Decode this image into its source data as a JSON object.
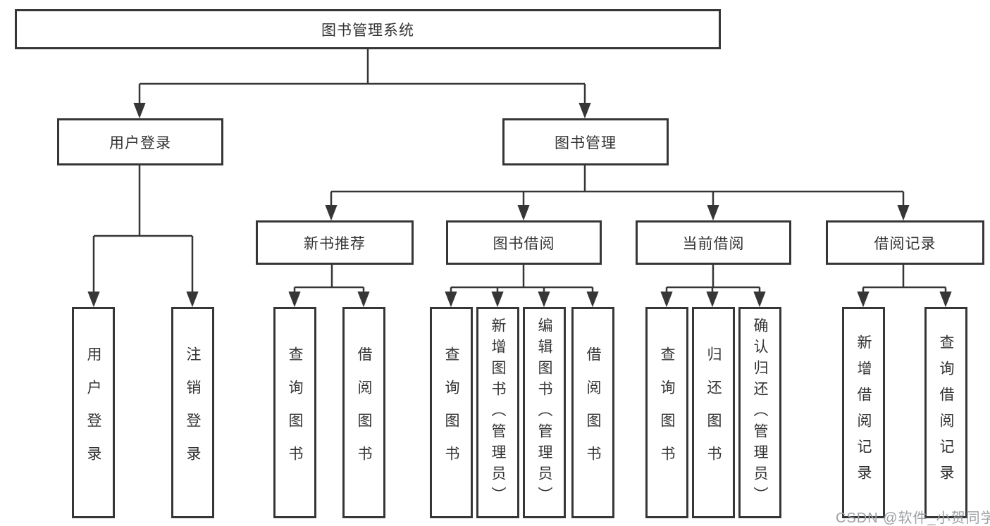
{
  "diagram": {
    "root": {
      "label": "图书管理系统"
    },
    "level2": [
      {
        "label": "用户登录"
      },
      {
        "label": "图书管理"
      }
    ],
    "level3": [
      {
        "label": "新书推荐"
      },
      {
        "label": "图书借阅"
      },
      {
        "label": "当前借阅"
      },
      {
        "label": "借阅记录"
      }
    ],
    "leaves": [
      {
        "label": "用户登录"
      },
      {
        "label": "注销登录"
      },
      {
        "label": "查询图书"
      },
      {
        "label": "借阅图书"
      },
      {
        "label": "查询图书"
      },
      {
        "label": "新增图书（管理员）"
      },
      {
        "label": "编辑图书（管理员）"
      },
      {
        "label": "借阅图书"
      },
      {
        "label": "查询图书"
      },
      {
        "label": "归还图书"
      },
      {
        "label": "确认归还（管理员）"
      },
      {
        "label": "新增借阅记录"
      },
      {
        "label": "查询借阅记录"
      }
    ]
  },
  "watermark": {
    "text": "CSDN @软件_小贺同学"
  },
  "colors": {
    "line": "#363636",
    "text": "#333333",
    "watermark": "#9da0a5",
    "background": "#ffffff"
  }
}
